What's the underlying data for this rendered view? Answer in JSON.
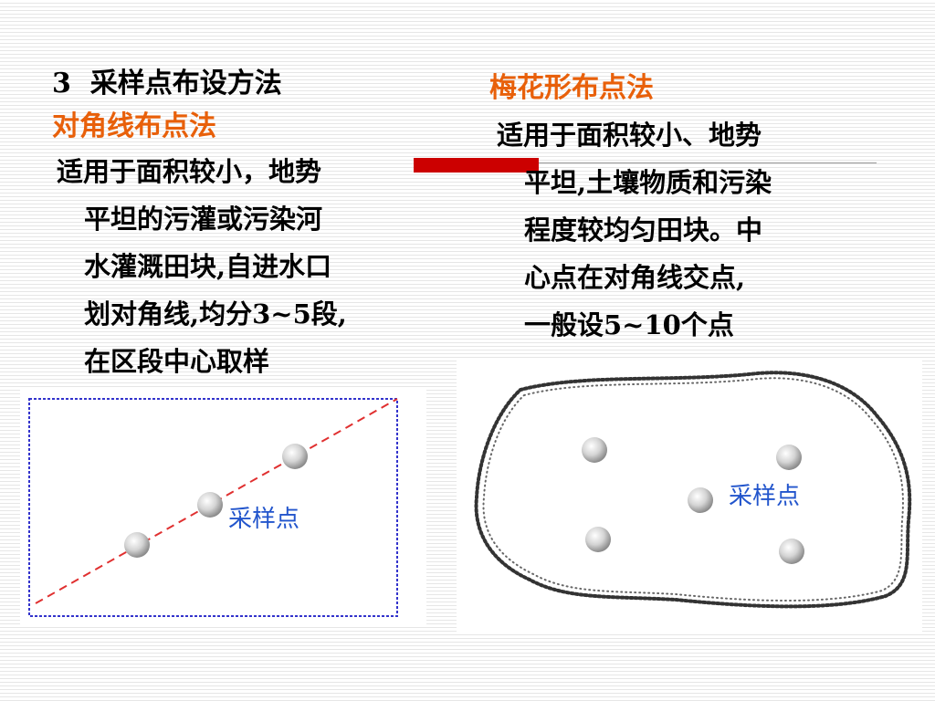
{
  "slide": {
    "heading": "3  采样点布设方法",
    "left": {
      "title": "对角线布点法",
      "lines": [
        "适用于面积较小，地势",
        "平坦的污灌或污染河",
        "水灌溉田块,自进水口",
        "划对角线,均分3~5段,",
        "在区段中心取样"
      ],
      "figure_label": "采样点"
    },
    "right": {
      "title": "梅花形布点法",
      "lines": [
        "适用于面积较小、地势",
        "平坦,土壤物质和污染",
        "程度较均匀田块。中",
        "心点在对角线交点,",
        "一般设5~10个点"
      ],
      "figure_label": "采样点"
    }
  },
  "colors": {
    "title_orange": "#e8600a",
    "red_bar": "#cc0000",
    "figure_border_blue": "#3333cc",
    "diagonal_red": "#e03030",
    "label_blue": "#2255cc"
  }
}
